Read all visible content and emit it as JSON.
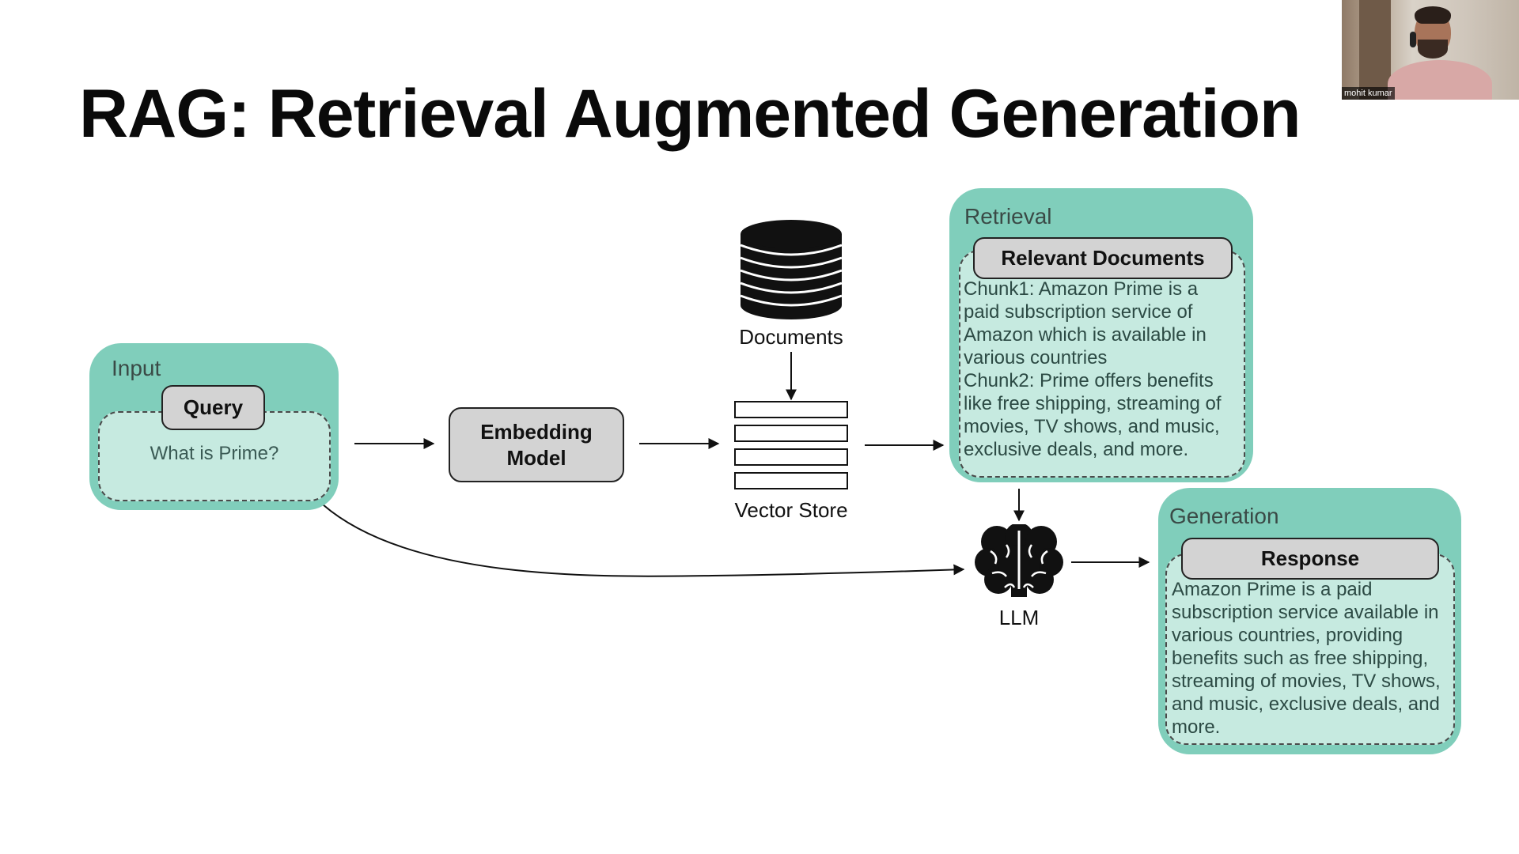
{
  "slide": {
    "title": "RAG: Retrieval Augmented Generation"
  },
  "input": {
    "panel_label": "Input",
    "pill_label": "Query",
    "query_text": "What is Prime?"
  },
  "embedding": {
    "label_line1": "Embedding",
    "label_line2": "Model"
  },
  "documents": {
    "label": "Documents",
    "icon": "database-stack-icon"
  },
  "vector_store": {
    "label": "Vector Store",
    "icon": "vector-store-icon"
  },
  "retrieval": {
    "panel_label": "Retrieval",
    "pill_label": "Relevant Documents",
    "chunks_text": "Chunk1: Amazon Prime is a\npaid subscription service of\nAmazon which is available in\nvarious countries\nChunk2: Prime offers benefits\nlike free shipping, streaming of\nmovies, TV shows, and music,\n exclusive deals, and more."
  },
  "llm": {
    "label": "LLM",
    "icon": "brain-icon"
  },
  "generation": {
    "panel_label": "Generation",
    "pill_label": "Response",
    "response_text": "Amazon Prime is a paid\nsubscription service available in\nvarious countries, providing\nbenefits such as free shipping,\nstreaming of movies, TV shows,\nand music, exclusive deals, and\n   more."
  },
  "video": {
    "participant_name": "mohit kumar"
  },
  "colors": {
    "panel": "#80cebb",
    "inner": "#c6eae0",
    "pill": "#d3d3d3"
  }
}
